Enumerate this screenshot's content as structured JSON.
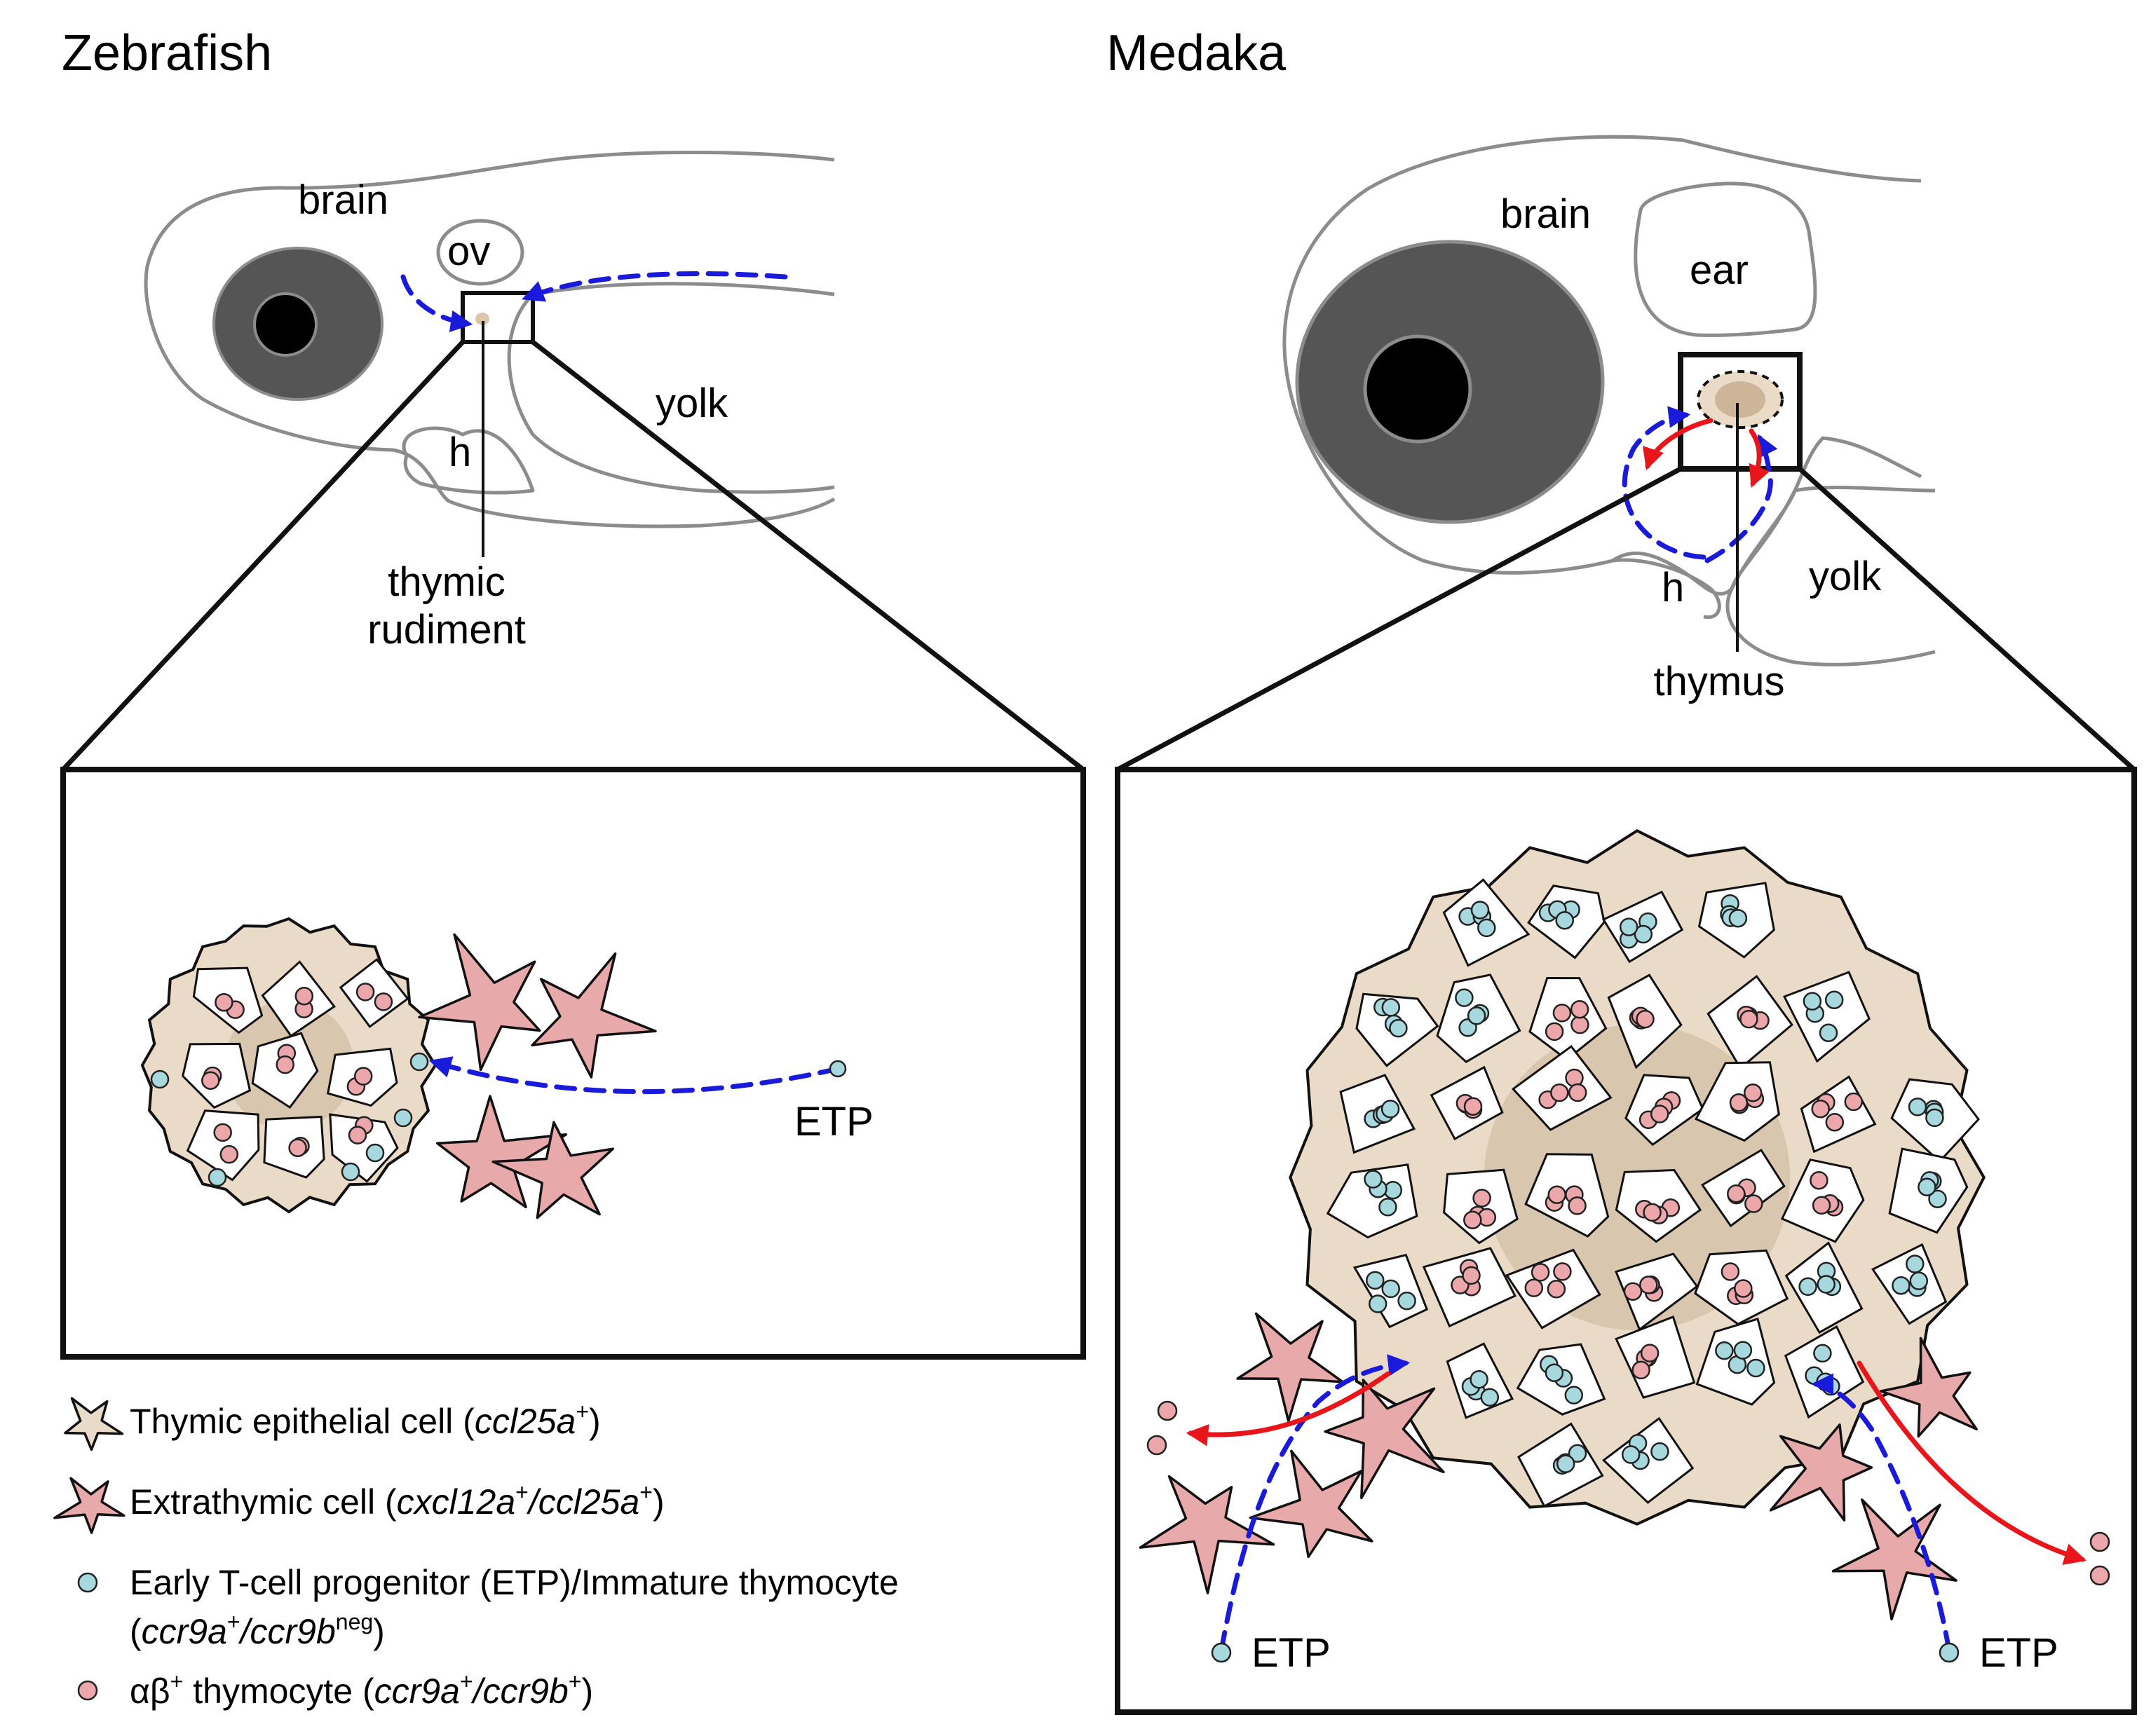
{
  "colors": {
    "tec": "#eadbc8",
    "tec_core": "#d9c6ae",
    "extrathymic": "#e7a9a9",
    "etp": "#a7d8de",
    "ab_thymocyte": "#eba7aa",
    "eye_outer": "#555555",
    "eye_inner": "#000000",
    "thymus_spot": "#ddc5aa",
    "blue_arrow": "#1a1adb",
    "red_arrow": "#e8151b"
  },
  "panels": {
    "zebrafish": {
      "title": "Zebrafish",
      "labels": {
        "brain": "brain",
        "ov": "ov",
        "yolk": "yolk",
        "heart": "h",
        "thymic_line1": "thymic",
        "thymic_line2": "rudiment",
        "etp": "ETP"
      }
    },
    "medaka": {
      "title": "Medaka",
      "labels": {
        "brain": "brain",
        "ear": "ear",
        "yolk": "yolk",
        "heart": "h",
        "thymus": "thymus",
        "etp_left": "ETP",
        "etp_right": "ETP"
      }
    }
  },
  "legend": {
    "tec": {
      "text": "Thymic epithelial cell  (",
      "italic": "ccl25a",
      "sup": "+",
      "end": ")",
      "icon": "beige-star-icon"
    },
    "extrathymic": {
      "text": "Extrathymic cell  (",
      "italic": "cxcl12a",
      "sup": "+",
      "italic2": "/ccl25a",
      "sup2": "+",
      "end": ")",
      "icon": "pink-star-icon"
    },
    "etp": {
      "line1": "Early T-cell progenitor (ETP)/Immature thymocyte",
      "open": "(",
      "italic": "ccr9a",
      "sup": "+",
      "italic2": "/ccr9b",
      "sup2": "neg",
      "end": ")",
      "icon": "cyan-dot-icon"
    },
    "ab": {
      "text": "αβ",
      "sup": "+",
      "text2": " thymocyte (",
      "italic": "ccr9a",
      "sup2": "+",
      "italic2": "/ccr9b",
      "sup3": "+",
      "end": ")",
      "icon": "pink-dot-icon"
    }
  }
}
